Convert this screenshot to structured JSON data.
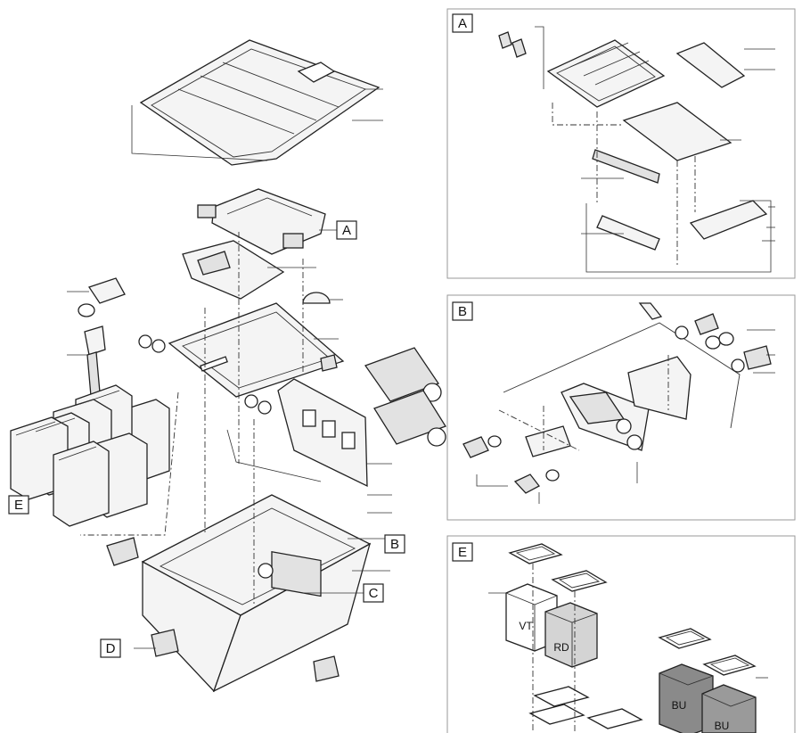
{
  "callouts": {
    "A": "A",
    "B": "B",
    "C": "C",
    "D": "D",
    "E": "E"
  },
  "panels": {
    "A": {
      "label": "A"
    },
    "B": {
      "label": "B"
    },
    "E": {
      "label": "E",
      "sponges": [
        "VT",
        "RD",
        "BU",
        "BU"
      ]
    }
  },
  "colors": {
    "line": "#222222",
    "panel_border": "#9a9a9a",
    "sponge_vt": "#ffffff",
    "sponge_rd": "#d4d4d4",
    "sponge_bu": "#8a8a8a"
  }
}
